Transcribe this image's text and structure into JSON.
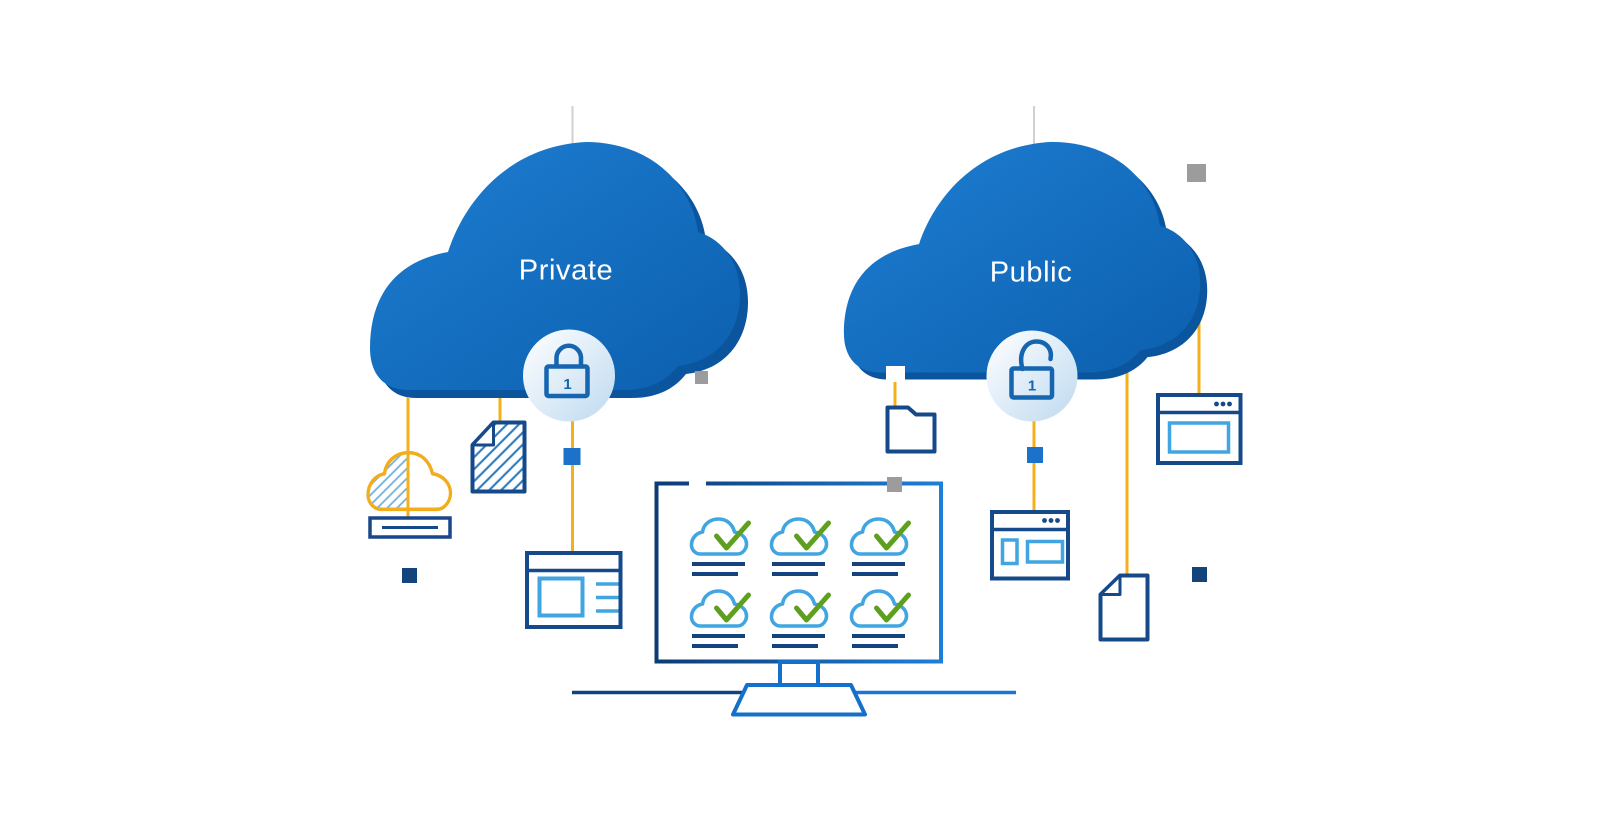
{
  "illustration": {
    "private_cloud": {
      "label": "Private",
      "lock_state": "locked",
      "lock_digit": "1"
    },
    "public_cloud": {
      "label": "Public",
      "lock_state": "unlocked",
      "lock_digit": "1"
    },
    "monitor": {
      "cloud_check_count": 6,
      "grid": "2 rows x 3 columns"
    },
    "colors": {
      "cloud_blue_light": "#1e7ed2",
      "cloud_blue_dark": "#0c5fae",
      "cloud_shadow": "#0a559e",
      "label_text": "#ffffff",
      "accent_yellow": "#f3b01c",
      "outline_navy": "#16498a",
      "text_line_navy": "#15437f",
      "light_blue": "#41a5e1",
      "check_green": "#5f9f1f",
      "gray_square": "#9c9c9c",
      "lock_blue": "#1565b0",
      "monitor_dark": "#0c3b76",
      "monitor_bright": "#1e7fd9",
      "square_blue": "#1b72c8",
      "square_navy": "#14447c"
    }
  }
}
